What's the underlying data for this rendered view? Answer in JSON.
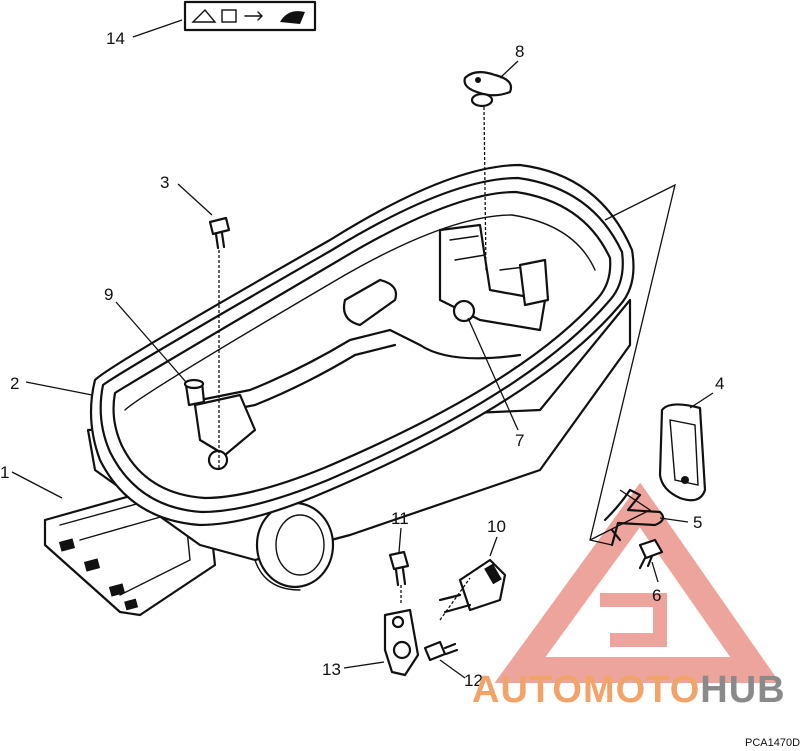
{
  "callouts": [
    {
      "id": "1",
      "label": "1"
    },
    {
      "id": "2",
      "label": "2"
    },
    {
      "id": "3",
      "label": "3"
    },
    {
      "id": "4",
      "label": "4"
    },
    {
      "id": "5",
      "label": "5"
    },
    {
      "id": "6",
      "label": "6"
    },
    {
      "id": "7",
      "label": "7"
    },
    {
      "id": "8",
      "label": "8"
    },
    {
      "id": "9",
      "label": "9"
    },
    {
      "id": "10",
      "label": "10"
    },
    {
      "id": "11",
      "label": "11"
    },
    {
      "id": "12",
      "label": "12"
    },
    {
      "id": "13",
      "label": "13"
    },
    {
      "id": "14",
      "label": "14"
    }
  ],
  "figure_code": "PCA1470D",
  "watermark": {
    "part1": "AUTOMOTO",
    "part2": "HUB",
    "color_primary": "#f2a36a",
    "color_secondary": "#8a8a8a",
    "triangle_color": "#e05a4e"
  }
}
